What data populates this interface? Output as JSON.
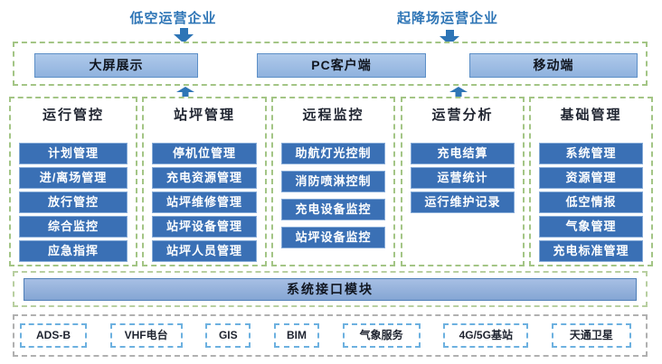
{
  "top_labels": {
    "left": "低空运营企业",
    "right": "起降场运营企业"
  },
  "access_layer": {
    "buttons": [
      "大屏展示",
      "PC客户端",
      "移动端"
    ]
  },
  "modules": [
    {
      "title": "运行管控",
      "items": [
        "计划管理",
        "进/离场管理",
        "放行管控",
        "综合监控",
        "应急指挥"
      ]
    },
    {
      "title": "站坪管理",
      "items": [
        "停机位管理",
        "充电资源管理",
        "站坪维修管理",
        "站坪设备管理",
        "站坪人员管理"
      ]
    },
    {
      "title": "远程监控",
      "items": [
        "助航灯光控制",
        "消防喷淋控制",
        "充电设备监控",
        "站坪设备监控"
      ]
    },
    {
      "title": "运营分析",
      "items": [
        "充电结算",
        "运营统计",
        "运行维护记录"
      ]
    },
    {
      "title": "基础管理",
      "items": [
        "系统管理",
        "资源管理",
        "低空情报",
        "气象管理",
        "充电标准管理"
      ]
    }
  ],
  "interface_bar": {
    "label": "系统接口模块"
  },
  "infrastructure": {
    "items": [
      "ADS-B",
      "VHF电台",
      "GIS",
      "BIM",
      "气象服务",
      "4G/5G基站",
      "天通卫星"
    ]
  },
  "colors": {
    "label_text": "#2E75B6",
    "arrow_blue": "#2E75B6",
    "module_item_bg": "#3A70B5",
    "access_button_bg": "#9DBDE4",
    "dashed_green": "#A3C585",
    "dashed_gray": "#B0B0B0",
    "dashed_blue": "#6DB1E0"
  }
}
